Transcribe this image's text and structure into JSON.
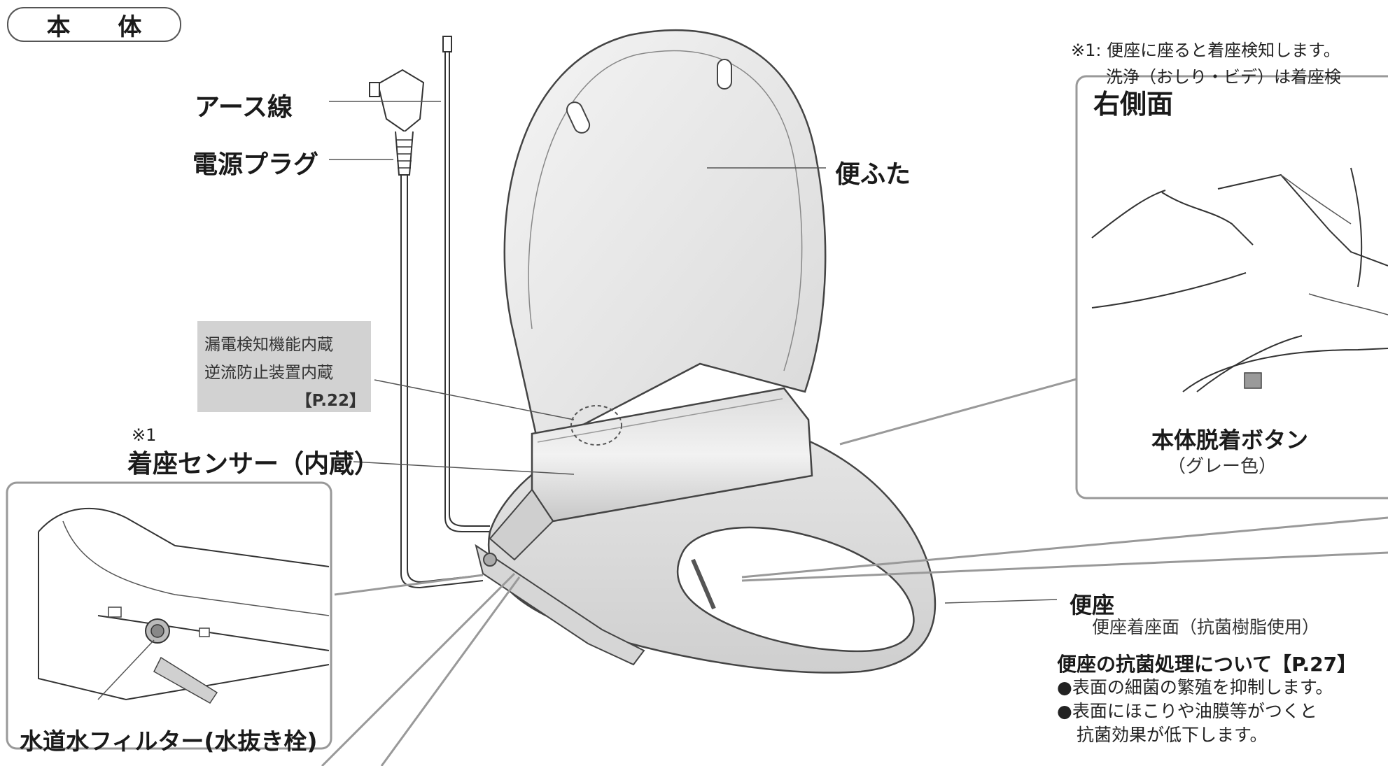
{
  "section_title": "本 体",
  "note_ref1": {
    "line1": "※1: 便座に座ると着座検知します。",
    "line2": "洗浄（おしり・ビデ）は着座検"
  },
  "labels": {
    "earth_wire": "アース線",
    "power_plug": "電源プラグ",
    "lid": "便ふた",
    "leak_box_line1": "漏電検知機能内蔵",
    "leak_box_line2": "逆流防止装置内蔵",
    "leak_box_ref": "【P.22】",
    "sensor_mark": "※1",
    "sensor": "着座センサー（内蔵）",
    "right_side": "右側面",
    "release_button": "本体脱着ボタン",
    "release_button_sub": "（グレー色）",
    "seat": "便座",
    "seat_sub": "便座着座面（抗菌樹脂使用）",
    "water_filter": "水道水フィルター(水抜き栓)"
  },
  "antibacterial": {
    "heading": "便座の抗菌処理について【P.27】",
    "bullets": [
      "●表面の細菌の繁殖を抑制します。",
      "●表面にほこりや油膜等がつくと",
      "抗菌効果が低下します。"
    ]
  },
  "colors": {
    "line": "#555555",
    "callout_border": "#999999",
    "gray_box": "#d2d2d2",
    "part_fill": "#e8e8e8",
    "button_gray": "#9a9a9a"
  }
}
